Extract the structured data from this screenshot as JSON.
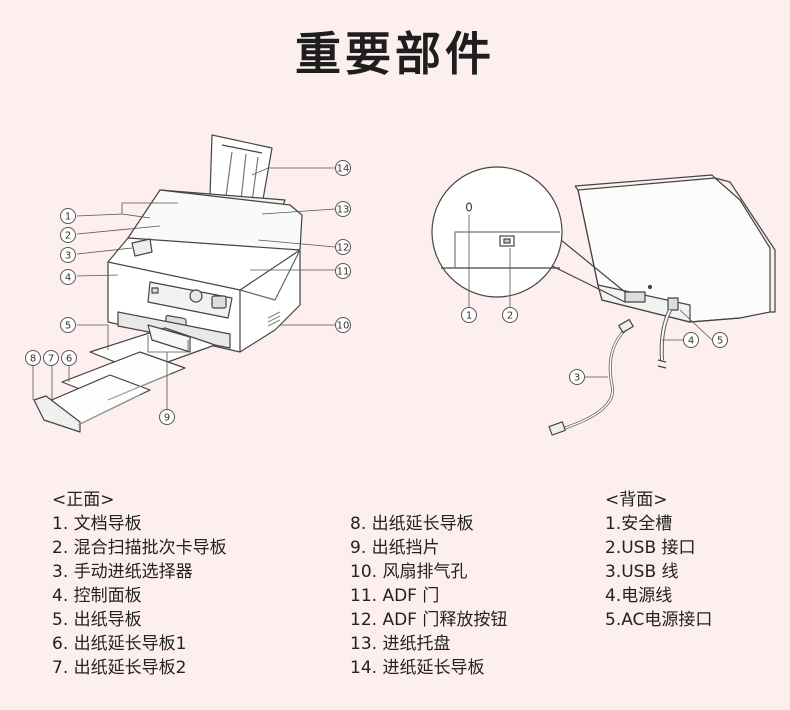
{
  "title": "重要部件",
  "front_callouts": [
    "1",
    "2",
    "3",
    "4",
    "5",
    "6",
    "7",
    "8",
    "9",
    "10",
    "11",
    "12",
    "13",
    "14"
  ],
  "back_callouts": [
    "1",
    "2",
    "3",
    "4",
    "5"
  ],
  "legend_front": {
    "heading": "<正面>",
    "col1": [
      "1. 文档导板",
      "2. 混合扫描批次卡导板",
      "3. 手动进纸选择器",
      "4. 控制面板",
      "5. 出纸导板",
      " 6. 出纸延长导板1",
      "7. 出纸延长导板2"
    ],
    "col2": [
      "8. 出纸延长导板",
      "9. 出纸挡片",
      "10. 风扇排气孔",
      "11. ADF 门",
      "12. ADF 门释放按钮",
      "13. 进纸托盘",
      "14. 进纸延长导板"
    ]
  },
  "legend_back": {
    "heading": "<背面>",
    "items": [
      "1.安全槽",
      "2.USB 接口",
      "3.USB 线",
      "4.电源线",
      "5.AC电源接口"
    ]
  }
}
